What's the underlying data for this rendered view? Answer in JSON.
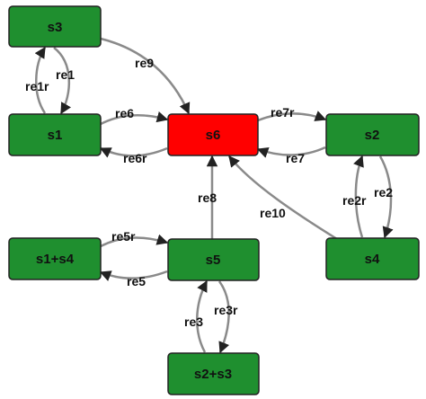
{
  "colors": {
    "node_fill": "#1f8f2f",
    "highlight_fill": "#ff0000",
    "edge": "#8a8a8a",
    "border": "#222222"
  },
  "nodes": {
    "s3": "s3",
    "s1": "s1",
    "s6": "s6",
    "s2": "s2",
    "s1s4": "s1+s4",
    "s5": "s5",
    "s4": "s4",
    "s2s3": "s2+s3"
  },
  "highlighted_node": "s6",
  "edges": {
    "re1": "re1",
    "re1r": "re1r",
    "re9": "re9",
    "re6": "re6",
    "re6r": "re6r",
    "re7r": "re7r",
    "re7": "re7",
    "re2": "re2",
    "re2r": "re2r",
    "re8": "re8",
    "re10": "re10",
    "re5r": "re5r",
    "re5": "re5",
    "re3": "re3",
    "re3r": "re3r"
  }
}
